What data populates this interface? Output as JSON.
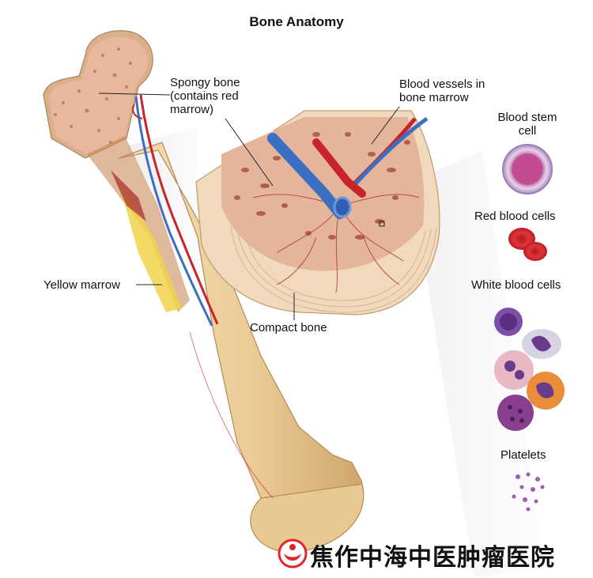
{
  "title": "Bone Anatomy",
  "labels": {
    "spongy_bone": [
      "Spongy bone",
      "(contains red",
      "marrow)"
    ],
    "blood_vessels": [
      "Blood vessels in",
      "bone marrow"
    ],
    "yellow_marrow": "Yellow marrow",
    "compact_bone": "Compact bone",
    "blood_stem_cell": [
      "Blood stem",
      "cell"
    ],
    "red_blood_cells": "Red blood cells",
    "white_blood_cells": "White blood cells",
    "platelets": "Platelets"
  },
  "watermark": {
    "text": "焦作中海中医肿瘤医院"
  },
  "colors": {
    "bone": "#eccf9f",
    "bone_shade": "#d8b27a",
    "marrow_red": "#a52a2a",
    "yellow_marrow": "#f1d24a",
    "artery": "#c8242b",
    "vein": "#3a6fc4",
    "stem_cell": "#b56bb4",
    "rbc": "#d9242c",
    "wbc": "#7a4a9e",
    "watermark_red": "#e0252b"
  }
}
